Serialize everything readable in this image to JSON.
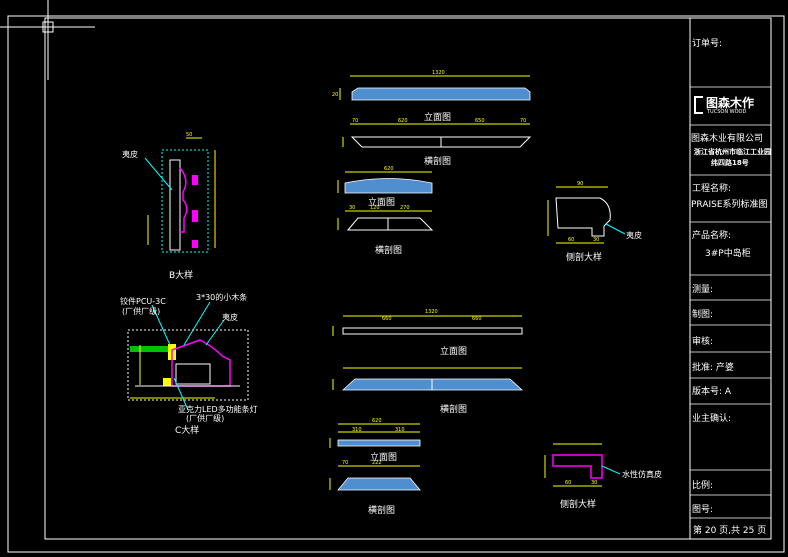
{
  "title_block": {
    "order_no": "订单号:",
    "logo_cn": "图森木作",
    "logo_en": "TUCSON WOOD",
    "company": "图森木业有限公司",
    "address_line1": "浙江省杭州市临江工业园",
    "address_line2": "纬四路18号",
    "project_label": "工程名称:",
    "project_value": "PRAISE系列标准图",
    "product_label": "产品名称:",
    "product_value": "3#P中岛柜",
    "survey": "测量:",
    "drafting": "制图:",
    "review": "审核:",
    "approve": "批准: 产婆",
    "version": "版本号:    A",
    "owner_confirm": "业主确认:",
    "scale": "比例:",
    "drawing_no": "图号:",
    "page": "第 20 页,共 25 页"
  },
  "labels": {
    "b_detail": "B大样",
    "c_detail": "C大样",
    "veneer_b": "夷皮",
    "hinge": "铰件PCU-3C",
    "hinge_note": "(厂供厂级)",
    "profile_note": "3*30的小木条",
    "veneer_c": "夷皮",
    "led_note": "亚克力LED多功能条灯",
    "led_note2": "(厂供厂级)",
    "elev_1": "立面图",
    "section_1": "横剖图",
    "elev_2": "立面图",
    "section_2": "横剖图",
    "side_detail_1": "侧剖大样",
    "veneer_side": "夷皮",
    "elev_3": "立面图",
    "section_3": "横剖图",
    "elev_4": "立面图",
    "section_4": "横剖图",
    "side_detail_2": "侧剖大样",
    "imitation_veneer": "水性仿真皮"
  },
  "dims": {
    "d1": "1320",
    "d2": "20",
    "d3": "70",
    "d4": "620",
    "d5": "650",
    "d6": "70",
    "d7": "620",
    "d8": "30",
    "d9": "120",
    "d10": "270",
    "d11": "1320",
    "d12": "660",
    "d13": "660",
    "d14": "620",
    "d15": "310",
    "d16": "310",
    "d17": "70",
    "d18": "222",
    "d19": "50",
    "d20": "90",
    "d21": "60",
    "d22": "30",
    "d23": "60",
    "d24": "30"
  },
  "colors": {
    "frame": "#ffffff",
    "dim": "#ffff00",
    "leader": "#00ffff",
    "magenta": "#ff00ff",
    "hatch": "#4f8fd0",
    "green": "#00c000"
  }
}
